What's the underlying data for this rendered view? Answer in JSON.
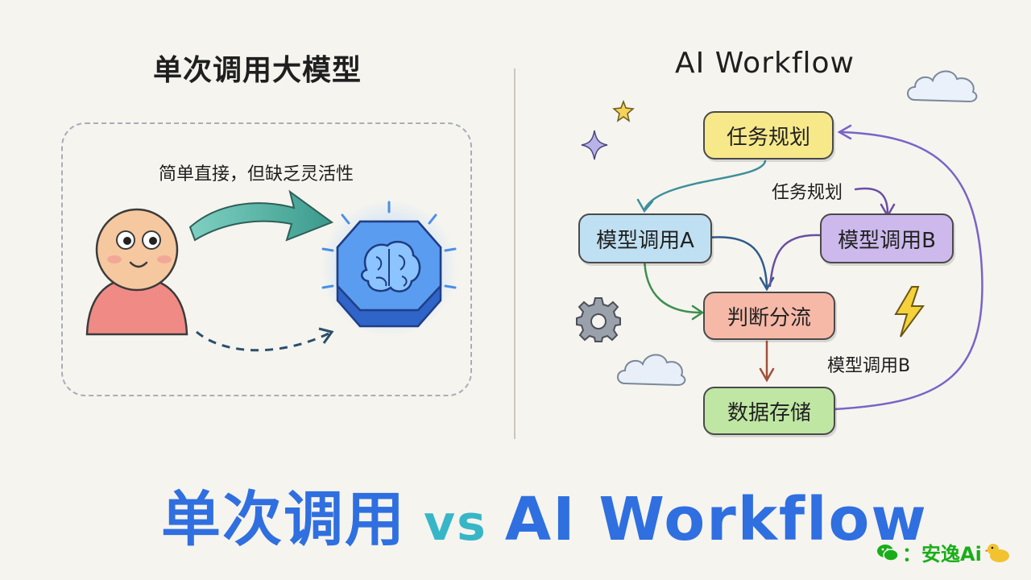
{
  "left_panel": {
    "title": "单次调用大模型",
    "caption": "简单直接，但缺乏灵活性"
  },
  "right_panel": {
    "title": "AI Workflow",
    "nodes": {
      "task_planning": "任务规划",
      "model_call_a": "模型调用A",
      "model_call_b": "模型调用B",
      "decision_branch": "判断分流",
      "data_storage": "数据存储"
    },
    "edge_labels": {
      "task_planning": "任务规划",
      "model_call_b": "模型调用B"
    }
  },
  "bottom_title": {
    "part1": "单次调用",
    "part2": "vs",
    "part3": "AI Workflow"
  },
  "watermark": {
    "text": "：安逸Ai"
  },
  "colors": {
    "background": "#f5f4ef",
    "title_blue": "#2f6fe0",
    "title_teal": "#37b6c7",
    "task_node": "#f7e98a",
    "model_a_node": "#bfe0f2",
    "model_b_node": "#cdb9ec",
    "decision_node": "#f6b9a8",
    "storage_node": "#bfe7a3",
    "watermark_green": "#1aad19"
  },
  "icons": [
    "person-icon",
    "brain-chip-icon",
    "star-icon",
    "sparkle-icon",
    "cloud-icon",
    "gear-icon",
    "lightning-icon",
    "wechat-icon",
    "duck-icon"
  ]
}
